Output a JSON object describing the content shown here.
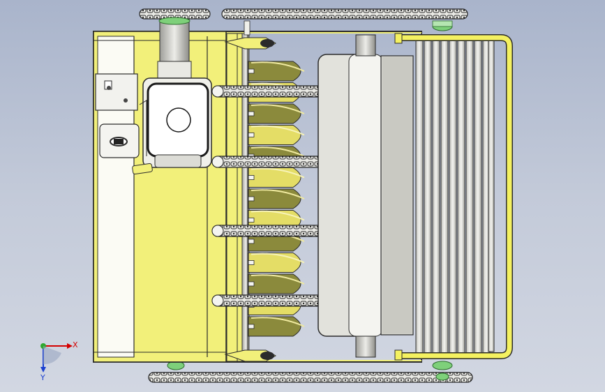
{
  "viewport": {
    "background_top": "#a9b4cb",
    "background_bottom": "#d2d7e2"
  },
  "colors": {
    "yellow": "#f2f07a",
    "yellow_bright": "#f4f160",
    "yellow_disk": "#e4dd66",
    "olive_disk": "#8b8a3c",
    "grey_body": "#e2e2dc",
    "grey_dark": "#3a3a3a",
    "chain_dark": "#2f3033",
    "roller": "#d9d9d4",
    "green_hub": "#7ed07a"
  },
  "axes": {
    "x_label": "X",
    "y_label": "Y",
    "x_color": "#d40000",
    "y_color": "#1a3fd0",
    "origin_color": "#2fa82f"
  },
  "model": {
    "disk_count": 13,
    "chain_rows": 4,
    "roller_count": 9
  }
}
